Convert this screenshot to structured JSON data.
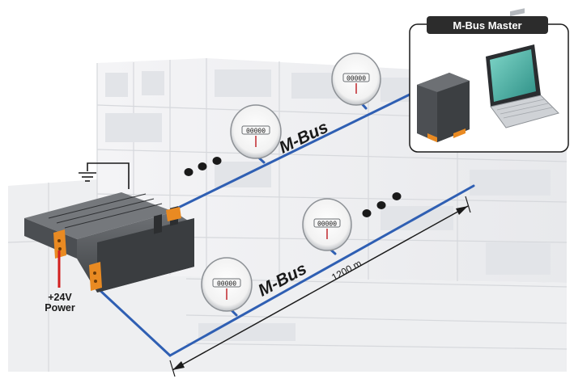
{
  "diagram": {
    "master_title": "M-Bus Master",
    "bus_label_upper": "M-Bus",
    "bus_label_lower": "M-Bus",
    "distance_label": "1200 m",
    "power_label_line1": "+24V",
    "power_label_line2": "Power",
    "meter_digits": "00000",
    "colors": {
      "bus_line": "#2f5fb3",
      "power_wire": "#d21f1f",
      "converter_body": "#55585c",
      "terminal": "#e98a22",
      "master_header": "#2c2c2c"
    }
  }
}
